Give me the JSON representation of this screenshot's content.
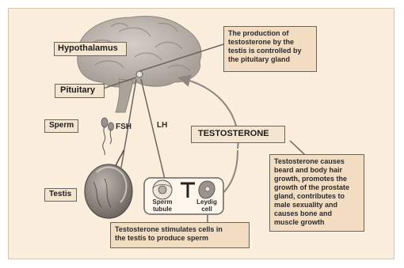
{
  "labels": {
    "hypothalamus": "Hypothalamus",
    "pituitary": "Pituitary",
    "sperm": "Sperm",
    "fsh": "FSH",
    "lh": "LH",
    "testosterone": "TESTOSTERONE",
    "testis": "Testis",
    "sperm_tubule_line1": "Sperm",
    "sperm_tubule_line2": "tubule",
    "leydig_cell_line1": "Leydig",
    "leydig_cell_line2": "cell"
  },
  "notes": {
    "pituitary_note": [
      "The production of",
      "testosterone by the",
      "testis is controlled by",
      "the pituitary gland"
    ],
    "testosterone_effects": [
      "Testosterone causes",
      "beard and body hair",
      "growth, promotes the",
      "growth of the prostate",
      "gland, contributes to",
      "male sexuality and",
      "causes bone and",
      "muscle growth"
    ],
    "sperm_production": [
      "Testosterone stimulates cells in",
      "the testis to produce sperm"
    ]
  },
  "colors": {
    "background": "#fbeedd",
    "box_fill": "#f2ddc3",
    "border": "#6b6560",
    "brain": "#b9b2a9",
    "arrow": "#8c8680"
  }
}
